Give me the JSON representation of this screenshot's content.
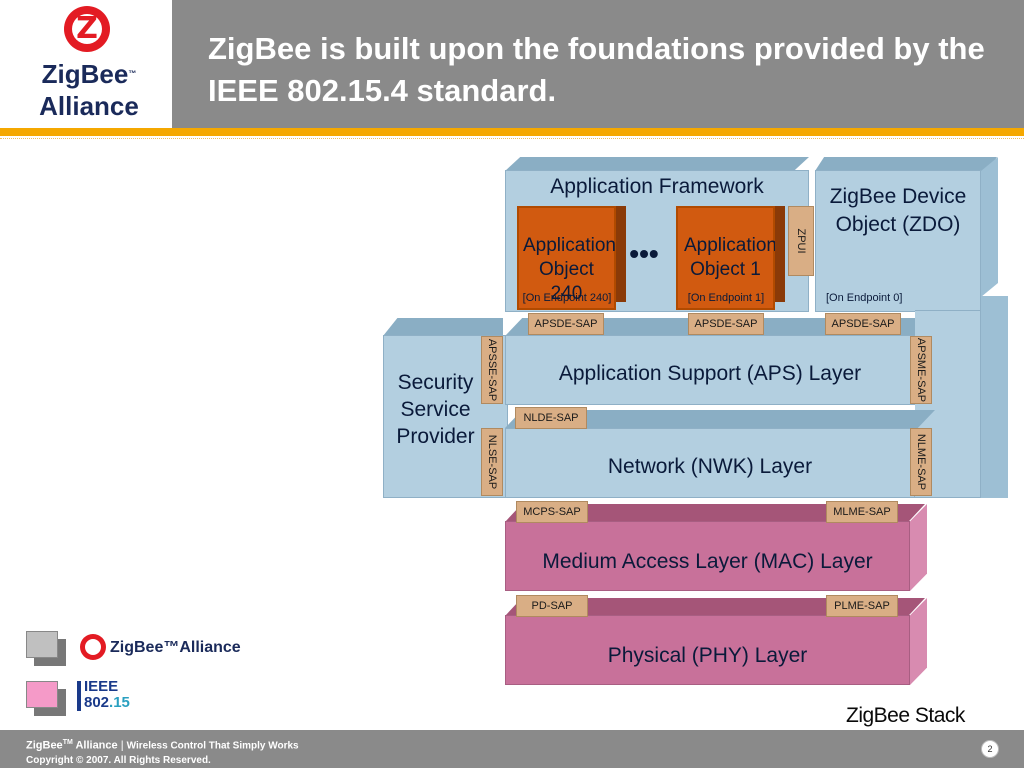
{
  "header": {
    "title": "ZigBee is built upon the foundations provided by the IEEE 802.15.4 standard.",
    "logo_text_line1": "ZigBee",
    "logo_text_line2": "Alliance",
    "logo_mark": "Z",
    "logo_tm": "™"
  },
  "diagram": {
    "app_framework": "Application Framework",
    "app_object_240": "Application Object 240",
    "app_object_1": "Application Object 1",
    "endpoint_240": "[On Endpoint 240]",
    "endpoint_1": "[On Endpoint 1]",
    "endpoint_0": "[On Endpoint 0]",
    "ellipsis": "•••",
    "zpui": "ZPUI",
    "zdo_line1": "ZigBee Device",
    "zdo_line2": "Object (ZDO)",
    "security_line1": "Security",
    "security_line2": "Service",
    "security_line3": "Provider",
    "aps_layer": "Application Support (APS) Layer",
    "nwk_layer": "Network (NWK) Layer",
    "mac_layer": "Medium Access Layer (MAC) Layer",
    "phy_layer": "Physical (PHY) Layer",
    "caption": "ZigBee Stack",
    "saps": {
      "apsde_1": "APSDE-SAP",
      "apsde_2": "APSDE-SAP",
      "apsde_3": "APSDE-SAP",
      "apsse": "APSSE-SAP",
      "apsme": "APSME-SAP",
      "nlde": "NLDE-SAP",
      "nlse": "NLSE-SAP",
      "nlme": "NLME-SAP",
      "mcps": "MCPS-SAP",
      "mlme": "MLME-SAP",
      "pd": "PD-SAP",
      "plme": "PLME-SAP"
    }
  },
  "legend": {
    "zigbee_alliance": "ZigBee™Alliance",
    "ieee_line1": "IEEE",
    "ieee_line2": "802",
    "ieee_suffix": ".15",
    "colors": {
      "zigbee": "#c0c0c0",
      "ieee": "#f59ac8"
    }
  },
  "footer": {
    "brand": "ZigBee",
    "tm": "TM",
    "alliance": "Alliance",
    "separator": "|",
    "tagline": "Wireless Control That Simply Works",
    "copyright": "Copyright © 2007. All Rights Reserved.",
    "page_number": "2"
  },
  "colors": {
    "header_bg": "#8a8a8a",
    "accent_orange": "#f5a800",
    "blue_layer": "#b3cfe0",
    "pink_layer": "#c8719a",
    "app_object": "#d15a10",
    "sap": "#d9ae85"
  }
}
